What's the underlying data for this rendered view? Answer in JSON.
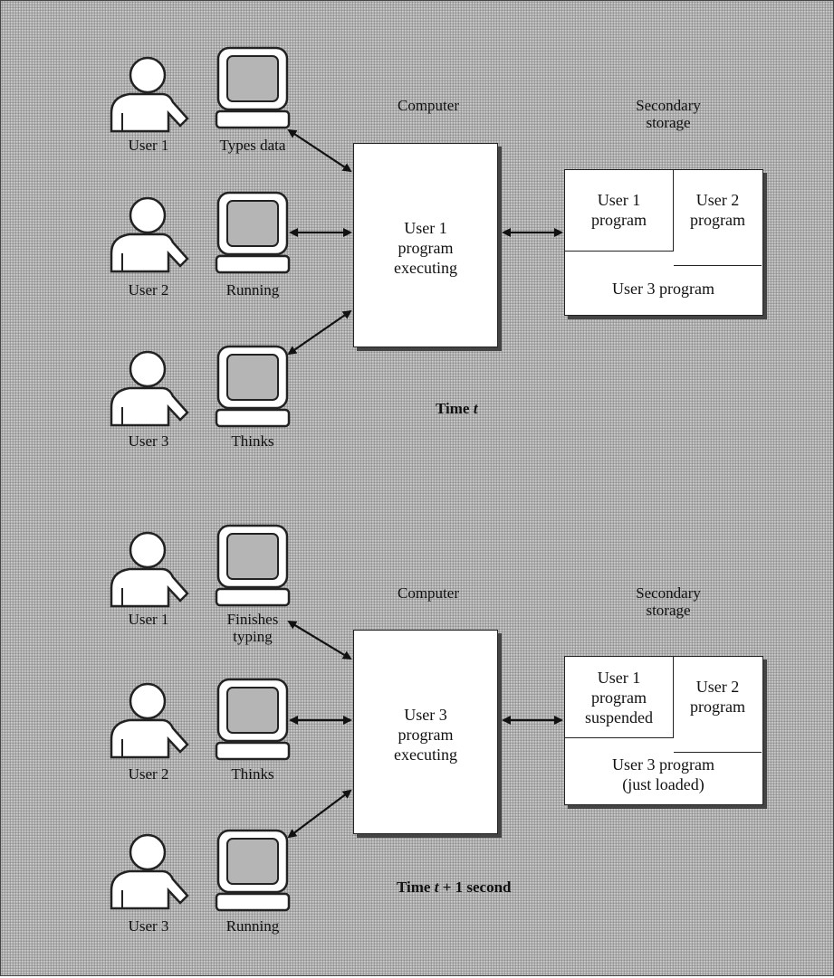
{
  "panels": [
    {
      "users": [
        {
          "name": "User 1",
          "status": "Types data"
        },
        {
          "name": "User 2",
          "status": "Running"
        },
        {
          "name": "User 3",
          "status": "Thinks"
        }
      ],
      "computer_heading": "Computer",
      "computer_text": "User 1\nprogram\nexecuting",
      "storage_heading": "Secondary\nstorage",
      "storage_cells": [
        "User 1\nprogram",
        "User 2\nprogram",
        "User 3 program"
      ],
      "time_label": "Time t"
    },
    {
      "users": [
        {
          "name": "User 1",
          "status": "Finishes\ntyping"
        },
        {
          "name": "User 2",
          "status": "Thinks"
        },
        {
          "name": "User 3",
          "status": "Running"
        }
      ],
      "computer_heading": "Computer",
      "computer_text": "User 3\nprogram\nexecuting",
      "storage_heading": "Secondary\nstorage",
      "storage_cells": [
        "User 1\nprogram\nsuspended",
        "User 2\nprogram",
        "User 3 program\n(just loaded)"
      ],
      "time_label": "Time t + 1 second"
    }
  ],
  "colors": {
    "panel_background": "#b5b5b5",
    "box_fill": "#ffffff",
    "ink": "#111111"
  }
}
